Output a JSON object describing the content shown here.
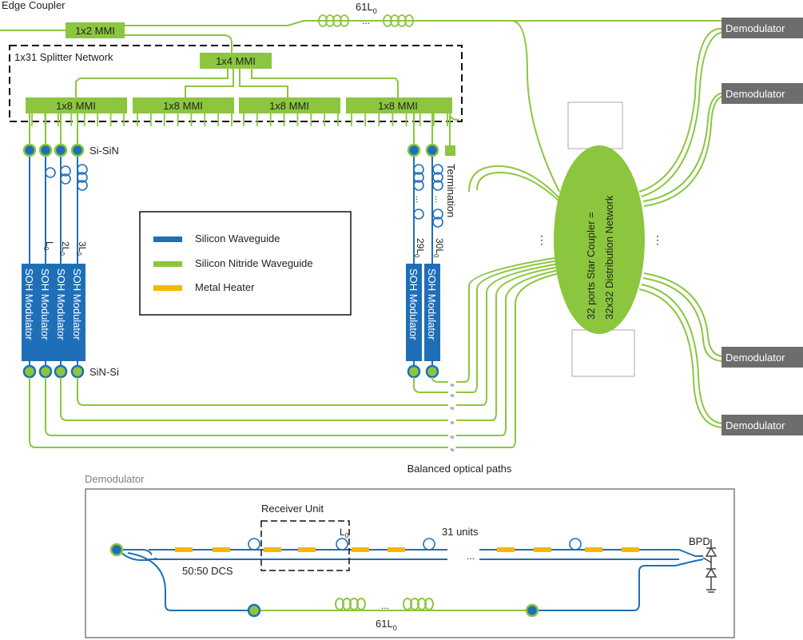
{
  "labels": {
    "edge_coupler": "Edge Coupler",
    "delay_top": "61L",
    "delay_top_sub": "0",
    "ellipsis": "...",
    "splitter_network": "1x31 Splitter Network",
    "mmi_1x2": "1x2 MMI",
    "mmi_1x4": "1x4 MMI",
    "mmi_1x8": "1x8 MMI",
    "si_sin": "Si-SiN",
    "sin_si": "SiN-Si",
    "termination": "Termination",
    "modulator": "SOH Modulator",
    "delays": [
      {
        "main": "L",
        "sub": "0"
      },
      {
        "main": "2L",
        "sub": "0"
      },
      {
        "main": "3L",
        "sub": "0"
      },
      {
        "main": "29L",
        "sub": "0"
      },
      {
        "main": "30L",
        "sub": "0"
      }
    ],
    "star_coupler_line1": "32 ports Star Coupler =",
    "star_coupler_line2": "32x32 Distribution Network",
    "demodulator": "Demodulator",
    "balanced_paths": "Balanced optical paths",
    "break_symbol": "≈",
    "vdots": "⋮"
  },
  "legend": {
    "items": [
      {
        "label": "Silicon Waveguide",
        "color": "#1f6fb8"
      },
      {
        "label": "Silicon Nitride Waveguide",
        "color": "#8cc63f"
      },
      {
        "label": "Metal Heater",
        "color": "#f5b800"
      }
    ]
  },
  "demod_detail": {
    "title": "Demodulator",
    "receiver_unit": "Receiver Unit",
    "l0_main": "L",
    "l0_sub": "0",
    "units": "31 units",
    "dcs": "50:50 DCS",
    "bpd": "BPD",
    "ellipsis": "...",
    "delay_main": "61L",
    "delay_sub": "0"
  },
  "colors": {
    "silicon": "#1f6fb8",
    "nitride": "#8cc63f",
    "heater": "#f5b800",
    "demod_box": "#6d6d6d",
    "panel_border": "#7f7f7f"
  }
}
